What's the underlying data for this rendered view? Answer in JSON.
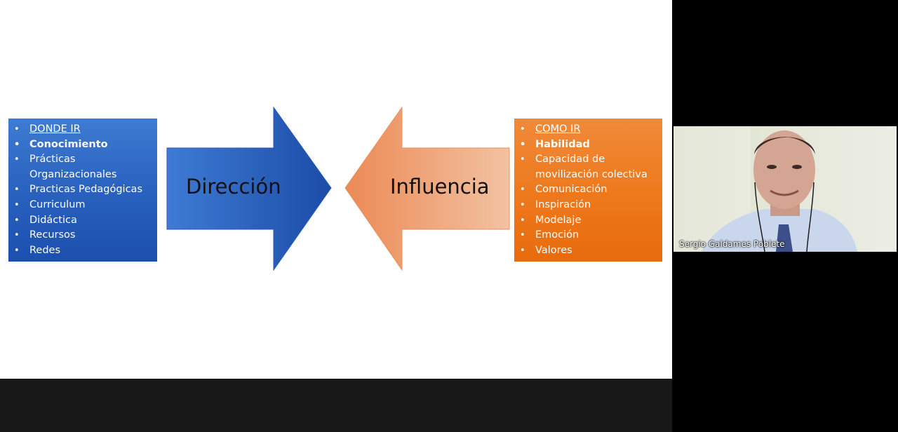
{
  "slide": {
    "left_box": {
      "title": "DONDE IR",
      "subtitle": "Conocimiento",
      "items": [
        "Prácticas Organizacionales",
        "Practicas Pedagógicas",
        "Curriculum",
        "Didáctica",
        "Recursos",
        "Redes"
      ]
    },
    "left_arrow_label": "Dirección",
    "right_arrow_label": "Influencia",
    "right_box": {
      "title": "COMO IR",
      "subtitle": "Habilidad",
      "items": [
        "Capacidad de movilización colectiva",
        "Comunicación",
        "Inspiración",
        "Modelaje",
        "Emoción",
        "Valores"
      ]
    },
    "colors": {
      "blue": "#2962bf",
      "orange": "#ee7a1e",
      "light_orange": "#f2b48a"
    }
  },
  "video": {
    "participant_name": "Sergio Galdames Poblete"
  }
}
